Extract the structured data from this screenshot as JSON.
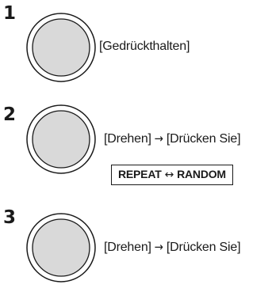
{
  "colors": {
    "ink": "#1a1a1a",
    "knob_fill": "#d9d9d9"
  },
  "steps": [
    {
      "number": "1",
      "knob_icon": "control-dial-icon",
      "action": "[Gedrückthalten]"
    },
    {
      "number": "2",
      "knob_icon": "control-dial-icon",
      "action_turn": "[Drehen]",
      "arrow": "→",
      "action_press": "[Drücken Sie]",
      "mode_from": "REPEAT",
      "mode_arrow": "↔",
      "mode_to": "RANDOM"
    },
    {
      "number": "3",
      "knob_icon": "control-dial-icon",
      "action_turn": "[Drehen]",
      "arrow": "→",
      "action_press": "[Drücken Sie]"
    }
  ]
}
